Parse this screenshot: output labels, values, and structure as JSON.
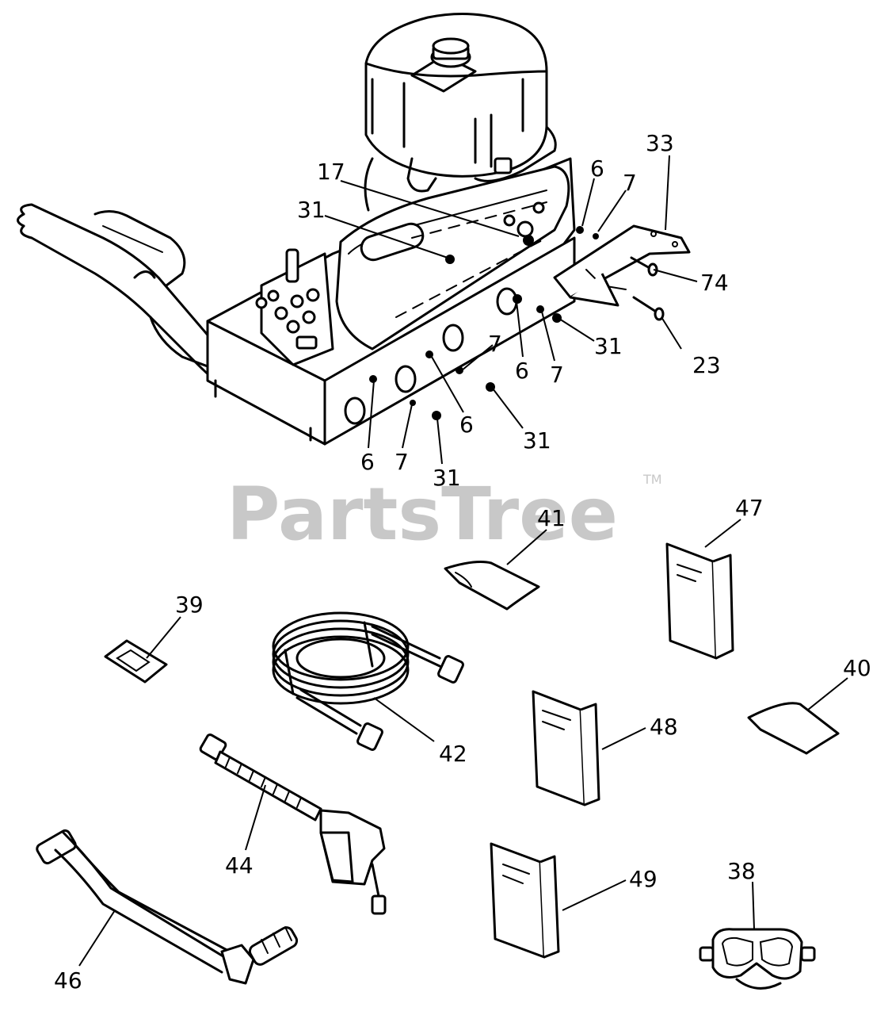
{
  "watermark": {
    "text": "PartsTree",
    "mark": "TM"
  },
  "callouts": [
    {
      "id": "c17",
      "text": "17"
    },
    {
      "id": "c31a",
      "text": "31"
    },
    {
      "id": "c6a",
      "text": "6"
    },
    {
      "id": "c7a",
      "text": "7"
    },
    {
      "id": "c33",
      "text": "33"
    },
    {
      "id": "c74",
      "text": "74"
    },
    {
      "id": "c23",
      "text": "23"
    },
    {
      "id": "c31b",
      "text": "31"
    },
    {
      "id": "c7b",
      "text": "7"
    },
    {
      "id": "c6b",
      "text": "6"
    },
    {
      "id": "c7c",
      "text": "7"
    },
    {
      "id": "c6c",
      "text": "6"
    },
    {
      "id": "c31c",
      "text": "31"
    },
    {
      "id": "c6d",
      "text": "6"
    },
    {
      "id": "c7d",
      "text": "7"
    },
    {
      "id": "c31d",
      "text": "31"
    },
    {
      "id": "c41",
      "text": "41"
    },
    {
      "id": "c47",
      "text": "47"
    },
    {
      "id": "c39",
      "text": "39"
    },
    {
      "id": "c40",
      "text": "40"
    },
    {
      "id": "c42",
      "text": "42"
    },
    {
      "id": "c48",
      "text": "48"
    },
    {
      "id": "c44",
      "text": "44"
    },
    {
      "id": "c49",
      "text": "49"
    },
    {
      "id": "c38",
      "text": "38"
    },
    {
      "id": "c46",
      "text": "46"
    }
  ]
}
